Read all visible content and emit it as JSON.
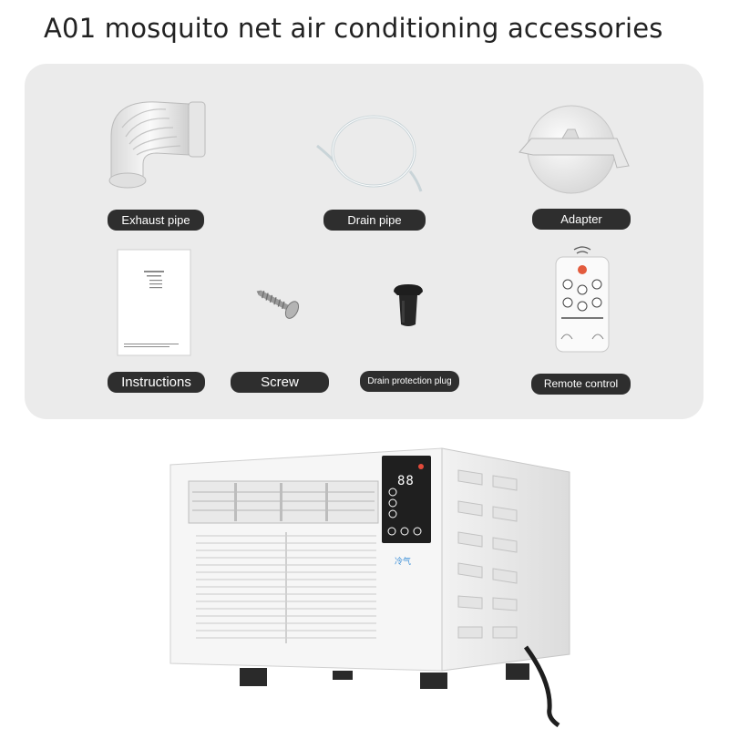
{
  "title": "A01 mosquito net air conditioning accessories",
  "accessories": [
    {
      "label": "Exhaust pipe",
      "icon": "exhaust-pipe-icon"
    },
    {
      "label": "Drain pipe",
      "icon": "drain-pipe-icon"
    },
    {
      "label": "Adapter",
      "icon": "adapter-icon"
    },
    {
      "label": "Instructions",
      "icon": "instructions-icon"
    },
    {
      "label": "Screw",
      "icon": "screw-icon"
    },
    {
      "label": "Drain protection plug",
      "icon": "drain-plug-icon"
    },
    {
      "label": "Remote control",
      "icon": "remote-control-icon"
    }
  ],
  "unit": {
    "display": "88",
    "panel_text": "冷气"
  },
  "colors": {
    "panel_bg": "#ebebeb",
    "label_bg": "#2e2e2e",
    "label_text": "#ffffff"
  }
}
